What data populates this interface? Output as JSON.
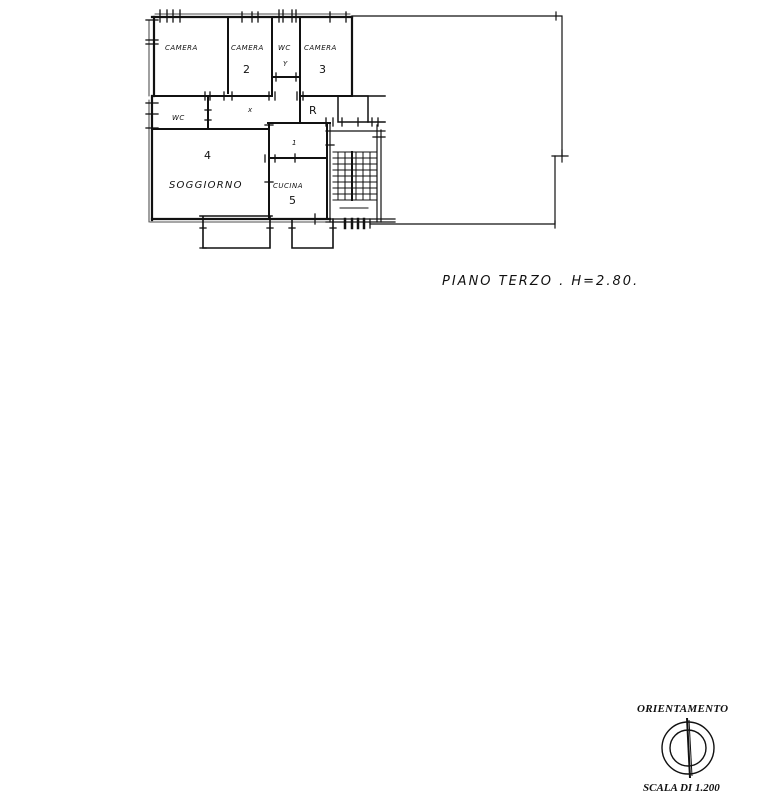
{
  "plan": {
    "rooms": [
      {
        "id": "camera-1",
        "label": "CAMERA",
        "number": ""
      },
      {
        "id": "camera-2",
        "label": "CAMERA",
        "number": "2"
      },
      {
        "id": "wc-upper",
        "label": "WC",
        "number": "Y"
      },
      {
        "id": "camera-3",
        "label": "CAMERA",
        "number": "3"
      },
      {
        "id": "wc-lower",
        "label": "WC",
        "number": ""
      },
      {
        "id": "corridor",
        "label": "",
        "number": "x"
      },
      {
        "id": "ripostiglio",
        "label": "R",
        "number": ""
      },
      {
        "id": "ingresso",
        "label": "",
        "number": "1"
      },
      {
        "id": "soggiorno",
        "label": "SOGGIORNO",
        "number": "4"
      },
      {
        "id": "cucina",
        "label": "CUCINA",
        "number": "5"
      }
    ]
  },
  "floor_title": "PIANO TERZO . H=2.80.",
  "orientation": {
    "title": "ORIENTAMENTO",
    "scale": "SCALA DI 1.200"
  }
}
